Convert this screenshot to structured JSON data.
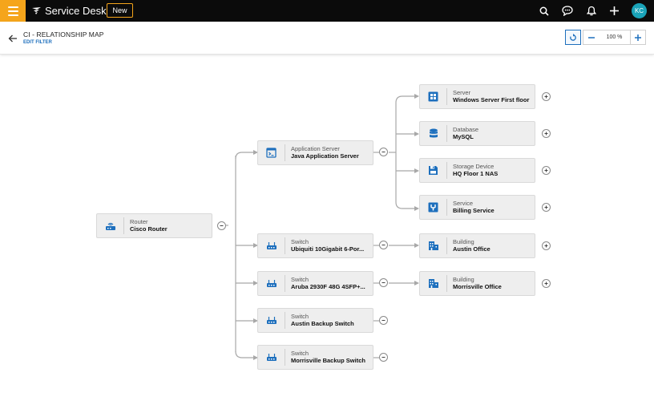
{
  "header": {
    "app_title": "Service Desk",
    "new_label": "New",
    "avatar_initials": "KC",
    "accent_color": "#f5a51b",
    "icons": [
      "menu-icon",
      "search-icon",
      "chat-icon",
      "bell-icon",
      "plus-icon"
    ]
  },
  "subheader": {
    "title": "CI - RELATIONSHIP MAP",
    "edit_filter": "EDIT FILTER",
    "zoom_level": "100 %"
  },
  "nodes": {
    "router": {
      "type": "Router",
      "name": "Cisco Router",
      "icon": "router-icon"
    },
    "app_server": {
      "type": "Application Server",
      "name": "Java Application Server",
      "icon": "app-server-icon"
    },
    "switch_ubiquiti": {
      "type": "Switch",
      "name": "Ubiquiti 10Gigabit 6-Por...",
      "icon": "switch-icon"
    },
    "switch_aruba": {
      "type": "Switch",
      "name": "Aruba 2930F 48G 4SFP+...",
      "icon": "switch-icon"
    },
    "switch_austin": {
      "type": "Switch",
      "name": "Austin Backup Switch",
      "icon": "switch-icon"
    },
    "switch_morrisville": {
      "type": "Switch",
      "name": "Morrisville Backup Switch",
      "icon": "switch-icon"
    },
    "server": {
      "type": "Server",
      "name": "Windows Server First floor",
      "icon": "server-icon"
    },
    "database": {
      "type": "Database",
      "name": "MySQL",
      "icon": "database-icon"
    },
    "storage": {
      "type": "Storage Device",
      "name": "HQ Floor 1 NAS",
      "icon": "storage-icon"
    },
    "service": {
      "type": "Service",
      "name": "Billing Service",
      "icon": "service-icon"
    },
    "building_austin": {
      "type": "Building",
      "name": "Austin Office",
      "icon": "building-icon"
    },
    "building_morrisville": {
      "type": "Building",
      "name": "Morrisville Office",
      "icon": "building-icon"
    }
  },
  "colors": {
    "icon_blue": "#1d6fbd",
    "node_bg": "#eeeeee",
    "edge": "#a8a8a8"
  }
}
